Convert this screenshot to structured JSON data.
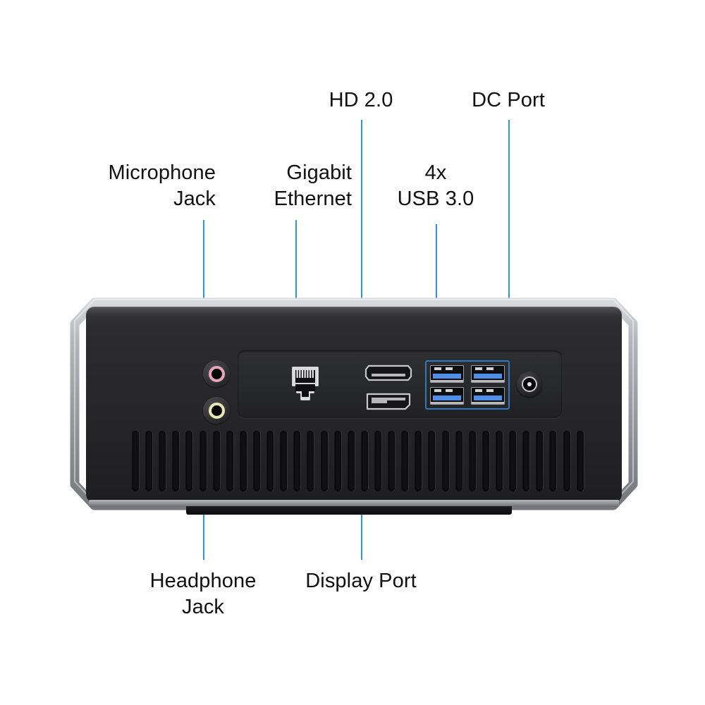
{
  "diagram": {
    "title": "Mini PC rear I/O port callout diagram",
    "accent_color": "#1f8ce8",
    "leader_color": "#2b93e8",
    "background_color": "#ffffff"
  },
  "callouts": [
    {
      "id": "microphone-jack",
      "label": "Microphone\nJack",
      "align": "right"
    },
    {
      "id": "gigabit-ethernet",
      "label": "Gigabit\nEthernet",
      "align": "right"
    },
    {
      "id": "hd-2-0",
      "label": "HD 2.0",
      "align": "center"
    },
    {
      "id": "usb-3-0",
      "label": "4x\nUSB 3.0",
      "align": "center"
    },
    {
      "id": "dc-port",
      "label": "DC Port",
      "align": "center"
    },
    {
      "id": "headphone-jack",
      "label": "Headphone\nJack",
      "align": "center"
    },
    {
      "id": "display-port",
      "label": "Display Port",
      "align": "center"
    }
  ],
  "ports": {
    "microphone_jack": {
      "name": "Microphone Jack",
      "ring_color": "#e6a5b8"
    },
    "headphone_jack": {
      "name": "Headphone Jack",
      "ring_color": "#e7e9b4"
    },
    "ethernet": {
      "name": "Gigabit Ethernet RJ45"
    },
    "hdmi": {
      "name": "HD 2.0"
    },
    "displayport": {
      "name": "Display Port"
    },
    "usb": {
      "name": "USB 3.0",
      "count": 4,
      "port_color": "#4f8fe8",
      "group_outline": "#2e79c4"
    },
    "dc": {
      "name": "DC Port"
    }
  },
  "chassis": {
    "frame_color": "#9a9c9f",
    "body_color": "#262628",
    "vent_count": 34
  }
}
